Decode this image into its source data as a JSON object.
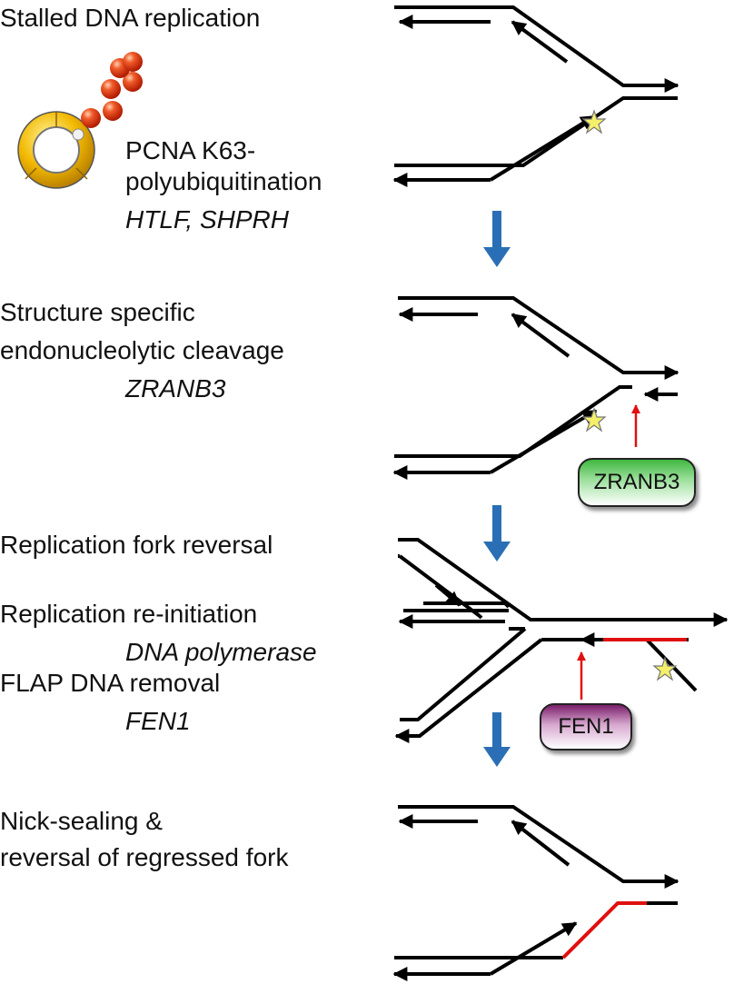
{
  "steps": {
    "stalled": "Stalled DNA replication",
    "pcna_line1": "PCNA K63-",
    "pcna_line2": "polyubiquitination",
    "pcna_genes": "HTLF, SHPRH",
    "cleavage_line1": "Structure specific",
    "cleavage_line2": "endonucleolytic cleavage",
    "cleavage_gene": "ZRANB3",
    "reversal": "Replication fork reversal",
    "reinitiation": "Replication re-initiation",
    "reinitiation_enzyme": "DNA polymerase",
    "flap": "FLAP DNA removal",
    "flap_gene": "FEN1",
    "nick_line1": "Nick-sealing &",
    "nick_line2": "reversal of regressed fork"
  },
  "boxes": {
    "zranb3": "ZRANB3",
    "fen1": "FEN1"
  },
  "colors": {
    "strand": "#000000",
    "new_dna": "#e01010",
    "cut_arrow": "#e01010",
    "flow_arrow": "#2a6fb5",
    "zranb3_box": "#4fc24f",
    "fen1_box": "#8e2c7e",
    "ubiquitin": "#e8401c",
    "pcna_ring": "#f2b800",
    "lesion_star": "#f5f06a"
  }
}
